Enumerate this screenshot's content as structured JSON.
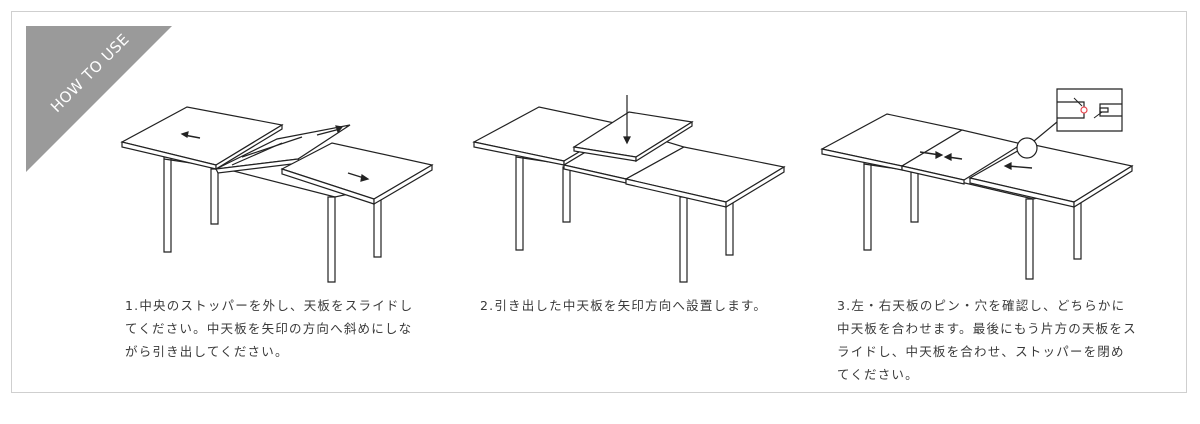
{
  "banner": {
    "label": "HOW TO USE",
    "color": "#9a9a9a"
  },
  "steps": [
    {
      "text": "1.中央のストッパーを外し、天板をスライドしてください。中天板を矢印の方向へ斜めにしながら引き出してください。"
    },
    {
      "text": "2.引き出した中天板を矢印方向へ設置します。"
    },
    {
      "text": "3.左・右天板のピン・穴を確認し、どちらかに中天板を合わせます。最後にもう片方の天板をスライドし、中天板を合わせ、ストッパーを閉めてください。"
    }
  ],
  "colors": {
    "line": "#222222",
    "border": "#cfcfcf",
    "pin_highlight": "#e8474f"
  }
}
